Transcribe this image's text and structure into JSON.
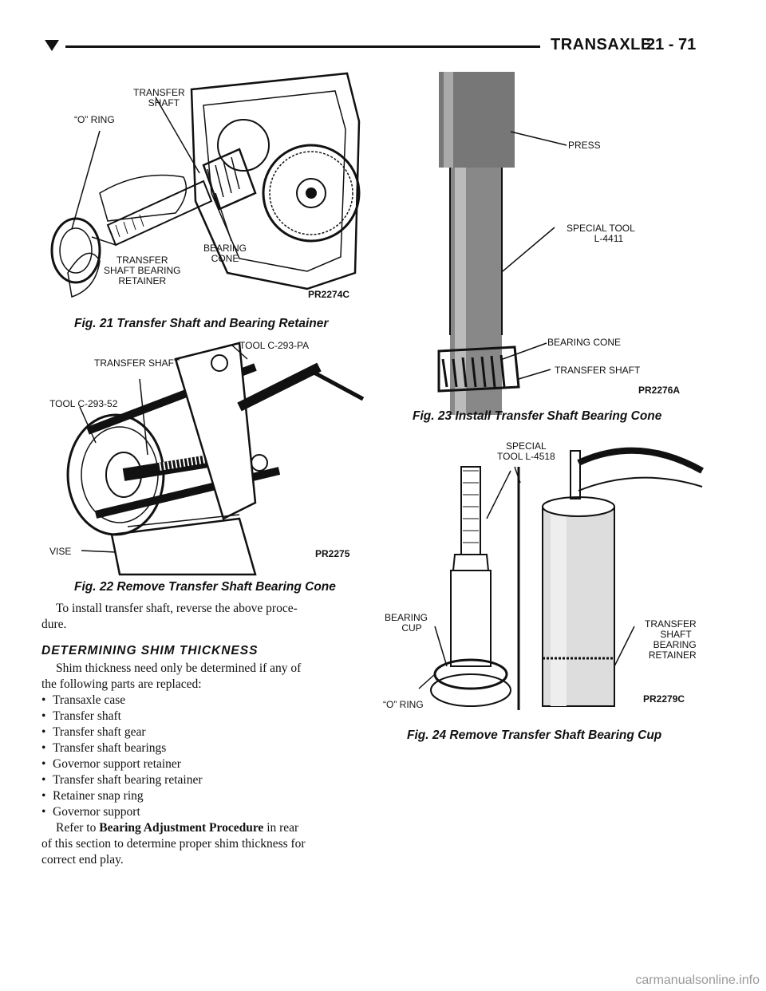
{
  "header": {
    "title": "TRANSAXLE",
    "page": "21 - 71"
  },
  "fig21": {
    "caption": "Fig. 21 Transfer Shaft and Bearing Retainer",
    "code": "PR2274C",
    "labels": {
      "transfer_shaft_1": "TRANSFER",
      "transfer_shaft_2": "SHAFT",
      "o_ring": "“O” RING",
      "bearing_cone_1": "BEARING",
      "bearing_cone_2": "CONE",
      "retainer_1": "TRANSFER",
      "retainer_2": "SHAFT BEARING",
      "retainer_3": "RETAINER"
    }
  },
  "fig22": {
    "caption": "Fig. 22 Remove Transfer Shaft Bearing Cone",
    "code": "PR2275",
    "labels": {
      "tool_pa": "TOOL C-293-PA",
      "transfer_shaft": "TRANSFER SHAFT",
      "tool_52": "TOOL C-293-52",
      "vise": "VISE"
    }
  },
  "fig23": {
    "caption": "Fig. 23 Install Transfer Shaft Bearing Cone",
    "code": "PR2276A",
    "labels": {
      "press": "PRESS",
      "special_tool_1": "SPECIAL TOOL",
      "special_tool_2": "L-4411",
      "bearing_cone": "BEARING CONE",
      "transfer_shaft": "TRANSFER SHAFT"
    }
  },
  "fig24": {
    "caption": "Fig. 24 Remove Transfer Shaft Bearing Cup",
    "code": "PR2279C",
    "labels": {
      "special_1": "SPECIAL",
      "special_2": "TOOL L-4518",
      "bearing_cup_1": "BEARING",
      "bearing_cup_2": "CUP",
      "o_ring": "“O” RING",
      "retainer_1": "TRANSFER",
      "retainer_2": "SHAFT",
      "retainer_3": "BEARING",
      "retainer_4": "RETAINER"
    }
  },
  "body": {
    "intro_1": "To install transfer shaft, reverse the above proce-",
    "intro_2": "dure.",
    "section_heading": "DETERMINING SHIM THICKNESS",
    "para_1": "Shim thickness need only be determined if any of",
    "para_2": "the following parts are replaced:",
    "bullets": [
      "Transaxle case",
      "Transfer shaft",
      "Transfer shaft gear",
      "Transfer shaft bearings",
      "Governor support retainer",
      "Transfer shaft bearing retainer",
      "Retainer snap ring",
      "Governor support"
    ],
    "refer_prefix": "Refer to",
    "refer_bold": "Bearing Adjustment Procedure",
    "refer_suffix": "in rear",
    "refer_2": "of this section to determine proper shim thickness for",
    "refer_3": "correct end play."
  },
  "watermark": "carmanualsonline.info"
}
